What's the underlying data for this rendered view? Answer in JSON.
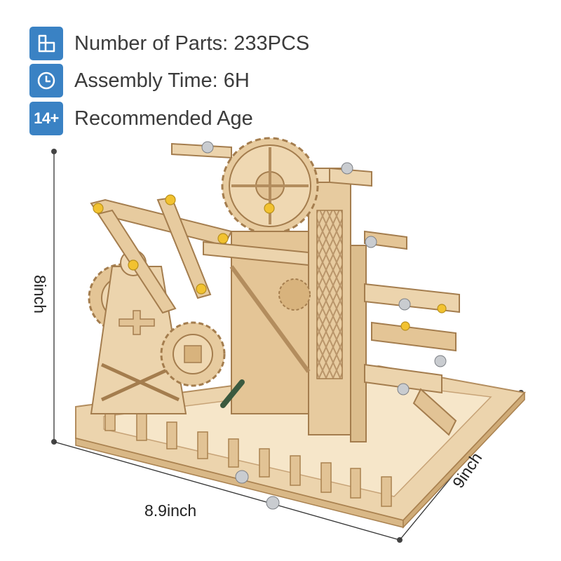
{
  "specs": [
    {
      "icon": "parts-grid-icon",
      "label": "Number of Parts: 233PCS"
    },
    {
      "icon": "clock-icon",
      "label": "Assembly Time: 6H"
    },
    {
      "icon": "age-badge-icon",
      "badge_text": "14+",
      "label": "Recommended Age"
    }
  ],
  "dimensions": {
    "height": "8inch",
    "width": "8.9inch",
    "depth": "9inch"
  },
  "colors": {
    "accent": "#3a82c4",
    "wood": "#e9cfa6",
    "text": "#3b3b3b"
  }
}
